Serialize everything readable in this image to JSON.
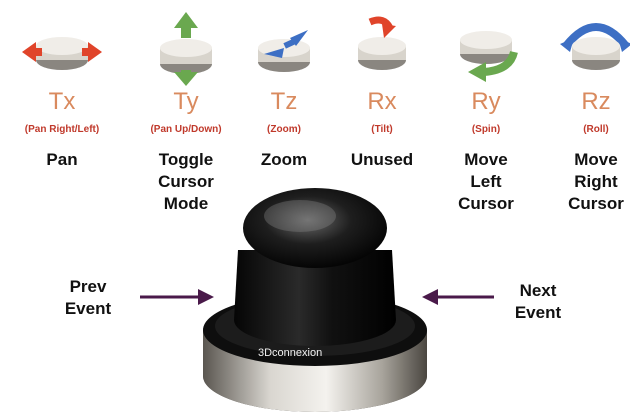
{
  "axes": [
    {
      "code": "Tx",
      "description": "(Pan Right/Left)",
      "function": "Pan",
      "icon": "pan-right-left-icon"
    },
    {
      "code": "Ty",
      "description": "(Pan Up/Down)",
      "function": "Toggle\nCursor\nMode",
      "icon": "pan-up-down-icon"
    },
    {
      "code": "Tz",
      "description": "(Zoom)",
      "function": "Zoom",
      "icon": "zoom-icon"
    },
    {
      "code": "Rx",
      "description": "(Tilt)",
      "function": "Unused",
      "icon": "tilt-icon"
    },
    {
      "code": "Ry",
      "description": "(Spin)",
      "function": "Move\nLeft\nCursor",
      "icon": "spin-icon"
    },
    {
      "code": "Rz",
      "description": "(Roll)",
      "function": "Move\nRight\nCursor",
      "icon": "roll-icon"
    }
  ],
  "events": {
    "prev": "Prev\nEvent",
    "next": "Next\nEvent"
  },
  "device": {
    "brand": "3Dconnexion",
    "icon": "3d-mouse-device-icon"
  },
  "colors": {
    "code_text": "#d98a5e",
    "desc_text": "#c0392b",
    "label_text": "#111111",
    "arrow_red": "#e0442a",
    "arrow_green": "#6aa84f",
    "arrow_blue": "#3d6fc4",
    "pointer_arrow": "#4a1a4a"
  }
}
